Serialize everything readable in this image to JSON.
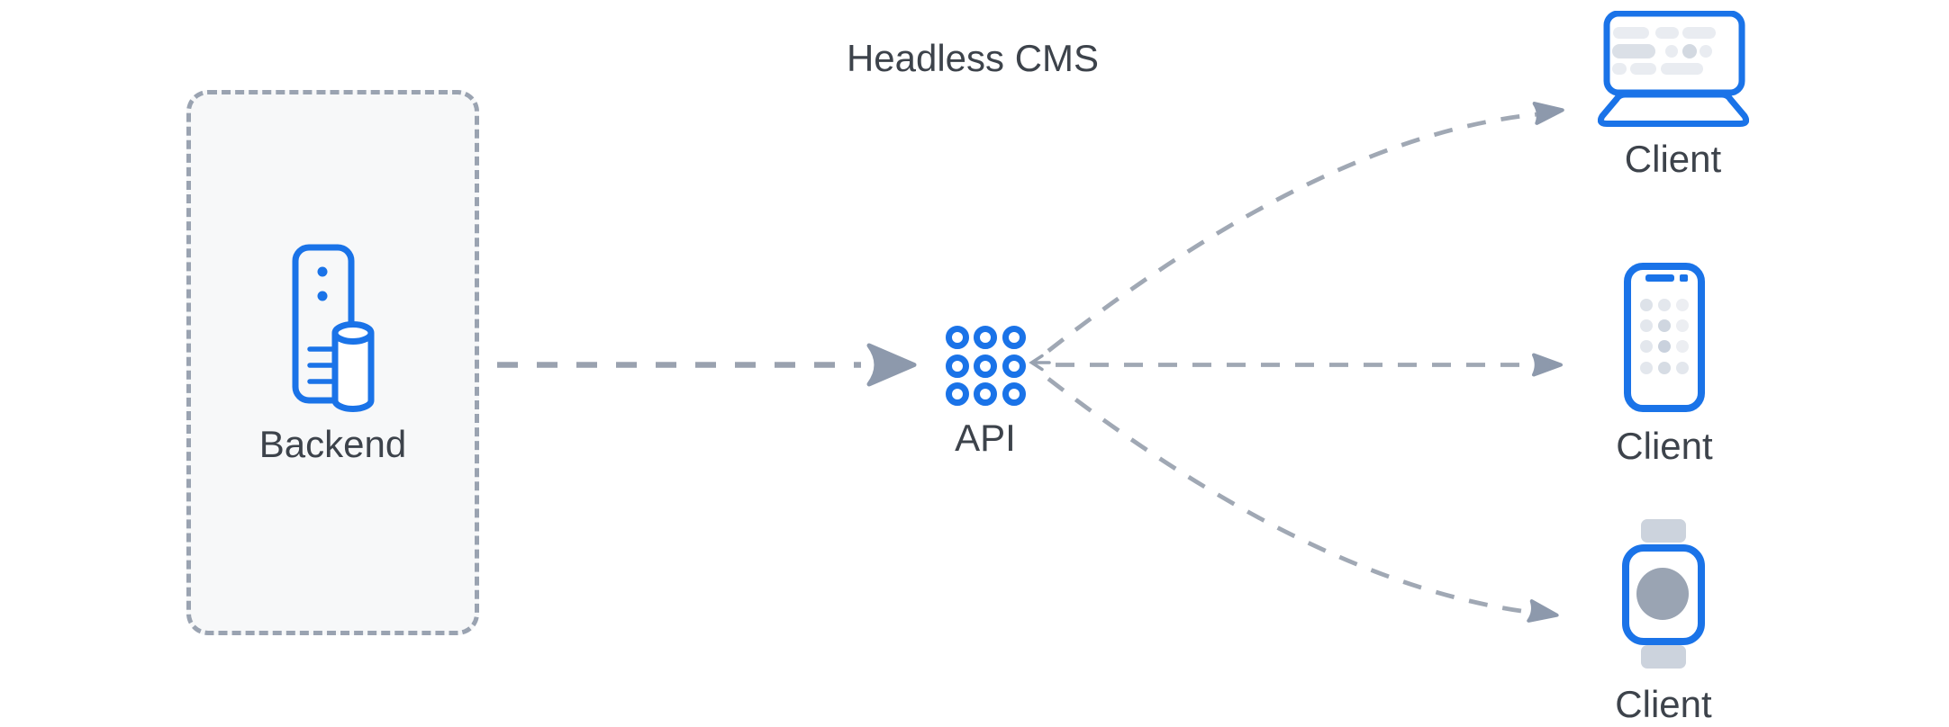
{
  "title": "Headless CMS",
  "backend": {
    "label": "Backend",
    "icon": "server-icon"
  },
  "api": {
    "label": "API",
    "icon": "api-grid-icon"
  },
  "clients": [
    {
      "label": "Client",
      "device": "laptop",
      "icon": "laptop-icon"
    },
    {
      "label": "Client",
      "device": "phone",
      "icon": "phone-icon"
    },
    {
      "label": "Client",
      "device": "watch",
      "icon": "smartwatch-icon"
    }
  ],
  "connections": [
    {
      "from": "Backend",
      "to": "API",
      "style": "dashed-line-solid-arrowhead"
    },
    {
      "from": "API",
      "to": "Client laptop",
      "style": "dashed-curve-arrow-up"
    },
    {
      "from": "API",
      "to": "Client phone",
      "style": "dashed-straight-arrow"
    },
    {
      "from": "API",
      "to": "Client watch",
      "style": "dashed-curve-arrow-down"
    }
  ],
  "colors": {
    "accent_blue": "#1a73e8",
    "connector_gray": "#9aa2af",
    "arrowhead_gray": "#8d99ac",
    "text_gray": "#3d434b",
    "backend_box_bg": "#f7f8f9",
    "backend_box_border": "#9aa3b1",
    "device_fill_light": "#e9ecf1",
    "device_fill_mid": "#ccd3dd",
    "watch_screen_circle": "#9aa4b3"
  }
}
